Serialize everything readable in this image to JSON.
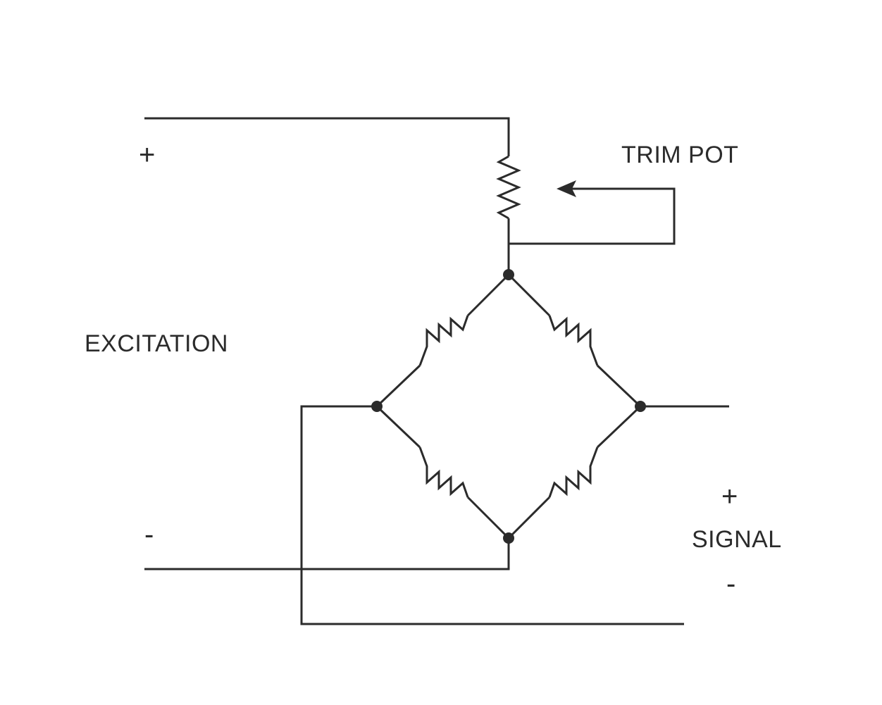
{
  "diagram": {
    "labels": {
      "excitation": "EXCITATION",
      "excitation_plus": "+",
      "excitation_minus": "-",
      "trim_pot": "TRIM POT",
      "signal": "SIGNAL",
      "signal_plus": "+",
      "signal_minus": "-"
    },
    "colors": {
      "line": "#2b2b2b",
      "background": "#ffffff"
    }
  }
}
